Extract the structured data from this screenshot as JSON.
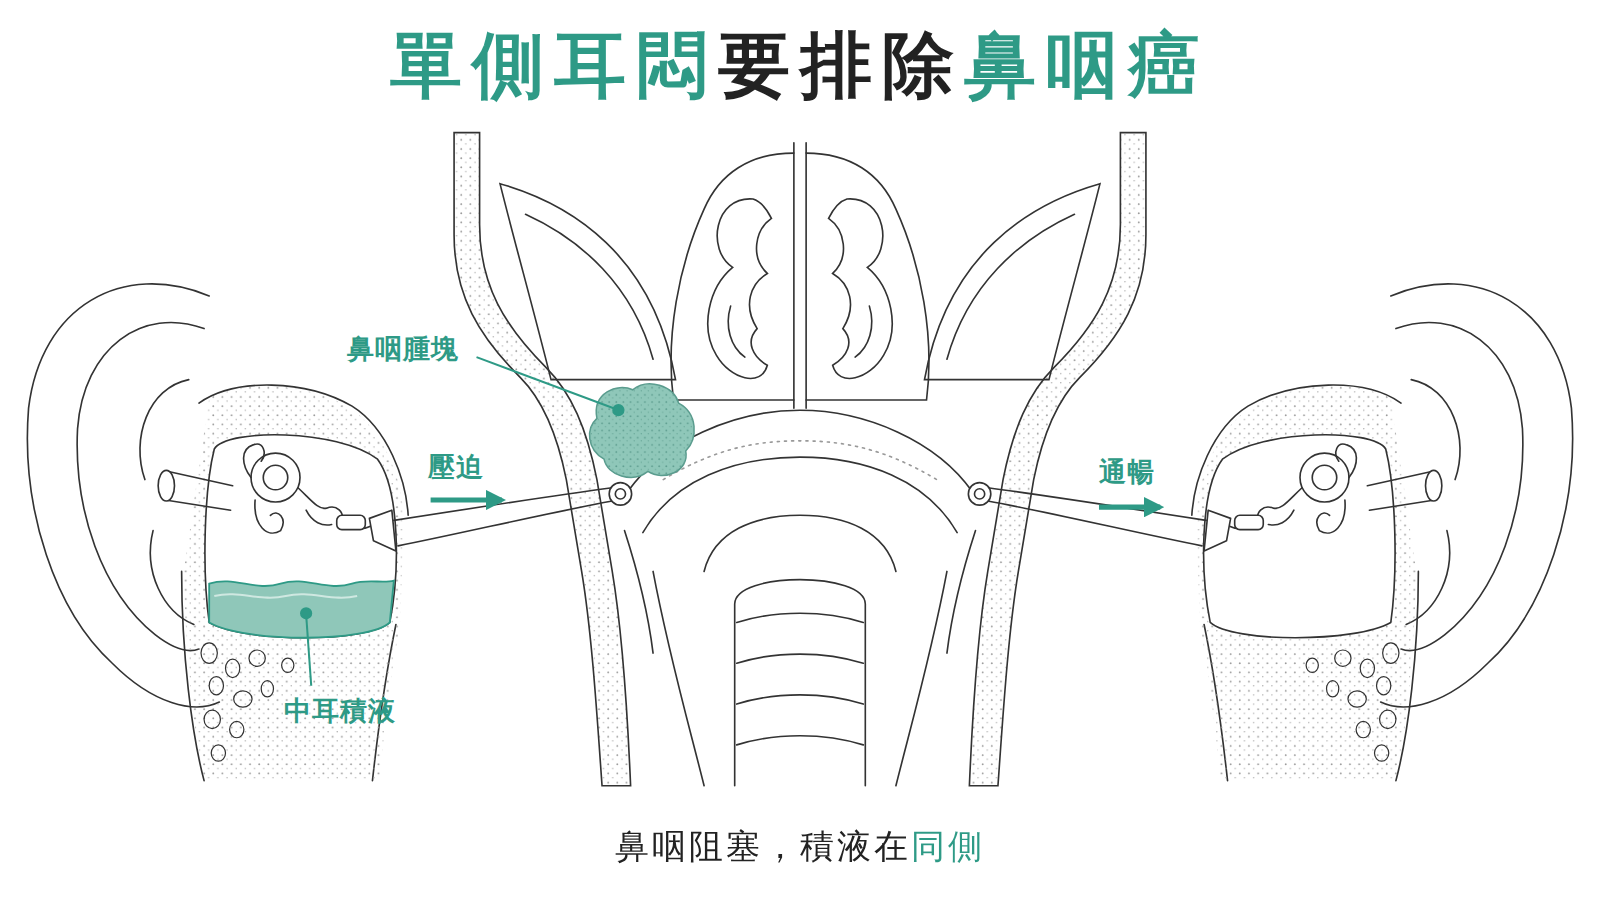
{
  "diagram": {
    "title": "單側耳悶要排除鼻咽癌",
    "caption": "鼻咽阻塞，積液在同側",
    "labels": [
      "鼻咽腫塊",
      "壓迫",
      "通暢",
      "中耳積液"
    ]
  }
}
